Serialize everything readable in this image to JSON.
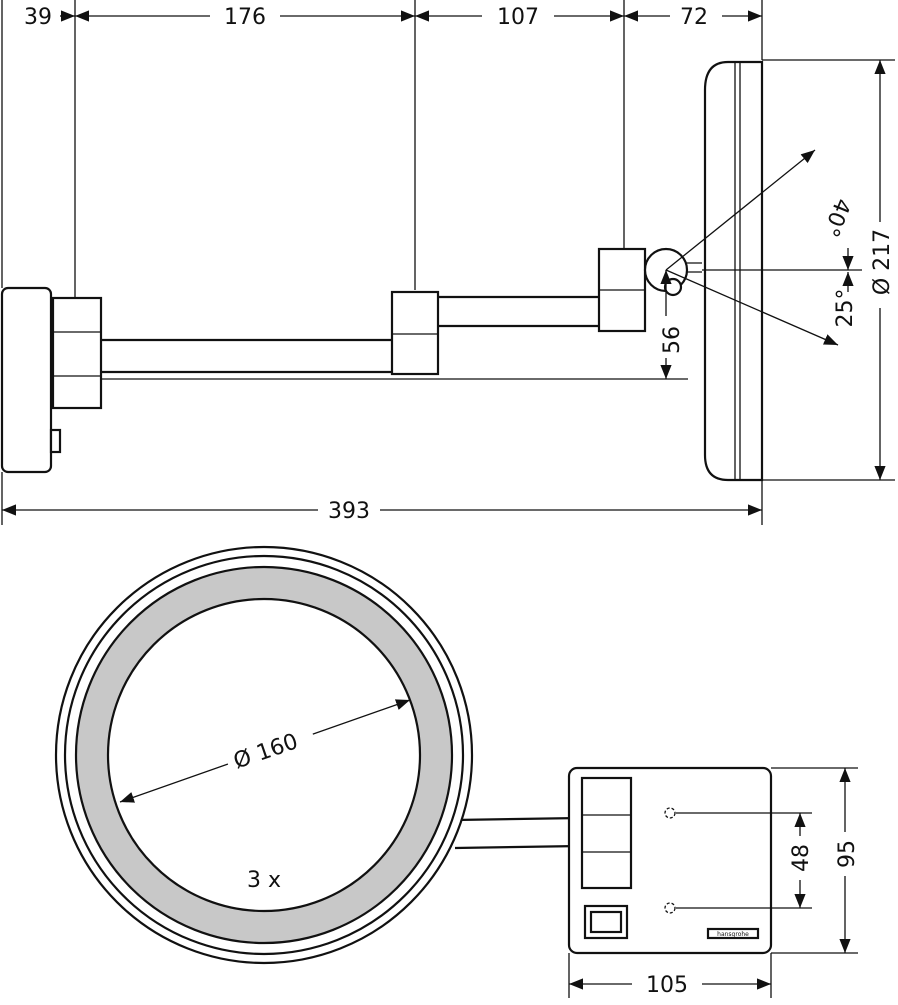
{
  "side_view": {
    "dim_39": "39",
    "dim_176": "176",
    "dim_107": "107",
    "dim_72": "72",
    "dim_393": "393",
    "dim_56": "56",
    "dim_217": "Ø 217",
    "angle_40": "40°",
    "angle_25": "25°"
  },
  "front_view": {
    "dim_160": "Ø 160",
    "magnification": "3 x",
    "dim_48": "48",
    "dim_95": "95",
    "dim_105": "105",
    "brand_label": "hansgrohe"
  }
}
